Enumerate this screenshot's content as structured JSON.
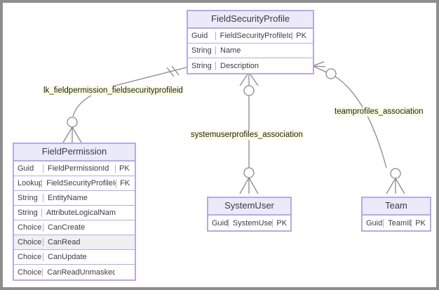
{
  "canvas": {
    "border_color": "#8e8e8e",
    "background": "#ffffff"
  },
  "theme": {
    "entity_border": "#b9a9e3",
    "entity_header_fill": "#eaeaf8",
    "entity_body_fill": "#ffffff",
    "row_highlight_fill": "#f0f0f0",
    "connector_color": "#8a8a8a",
    "text_color": "#3b3b46",
    "label_text_color": "#1b1b1b",
    "label_highlight_fill": "#fdfde2"
  },
  "entities": [
    {
      "id": "fsp",
      "title": "FieldSecurityProfile",
      "rows": [
        {
          "type": "Guid",
          "name": "FieldSecurityProfileId",
          "key": "PK",
          "highlight": false
        },
        {
          "type": "String",
          "name": "Name",
          "key": "",
          "highlight": false
        },
        {
          "type": "String",
          "name": "Description",
          "key": "",
          "highlight": false
        }
      ]
    },
    {
      "id": "fp",
      "title": "FieldPermission",
      "rows": [
        {
          "type": "Guid",
          "name": "FieldPermissionId",
          "key": "PK",
          "highlight": false
        },
        {
          "type": "Lookup",
          "name": "FieldSecurityProfileId",
          "key": "FK",
          "highlight": false
        },
        {
          "type": "String",
          "name": "EntityName",
          "key": "",
          "highlight": false
        },
        {
          "type": "String",
          "name": "AttributeLogicalName",
          "key": "",
          "highlight": false
        },
        {
          "type": "Choice",
          "name": "CanCreate",
          "key": "",
          "highlight": false
        },
        {
          "type": "Choice",
          "name": "CanRead",
          "key": "",
          "highlight": true
        },
        {
          "type": "Choice",
          "name": "CanUpdate",
          "key": "",
          "highlight": false
        },
        {
          "type": "Choice",
          "name": "CanReadUnmasked",
          "key": "",
          "highlight": false
        }
      ]
    },
    {
      "id": "su",
      "title": "SystemUser",
      "rows": [
        {
          "type": "Guid",
          "name": "SystemUserId",
          "key": "PK",
          "highlight": false
        }
      ]
    },
    {
      "id": "tm",
      "title": "Team",
      "rows": [
        {
          "type": "Guid",
          "name": "TeamID",
          "key": "PK",
          "highlight": false
        }
      ]
    }
  ],
  "relationships": [
    {
      "id": "lk-fieldpermission",
      "label": "lk_fieldpermission_fieldsecurityprofileid",
      "from": "FieldSecurityProfile",
      "to": "FieldPermission",
      "from_cardinality": "one-and-only-one",
      "to_cardinality": "zero-or-many"
    },
    {
      "id": "systemuserprofiles",
      "label": "systemuserprofiles_association",
      "from": "FieldSecurityProfile",
      "to": "SystemUser",
      "from_cardinality": "zero-or-many",
      "to_cardinality": "zero-or-many"
    },
    {
      "id": "teamprofiles",
      "label": "teamprofiles_association",
      "from": "FieldSecurityProfile",
      "to": "Team",
      "from_cardinality": "zero-or-many",
      "to_cardinality": "zero-or-many"
    }
  ]
}
